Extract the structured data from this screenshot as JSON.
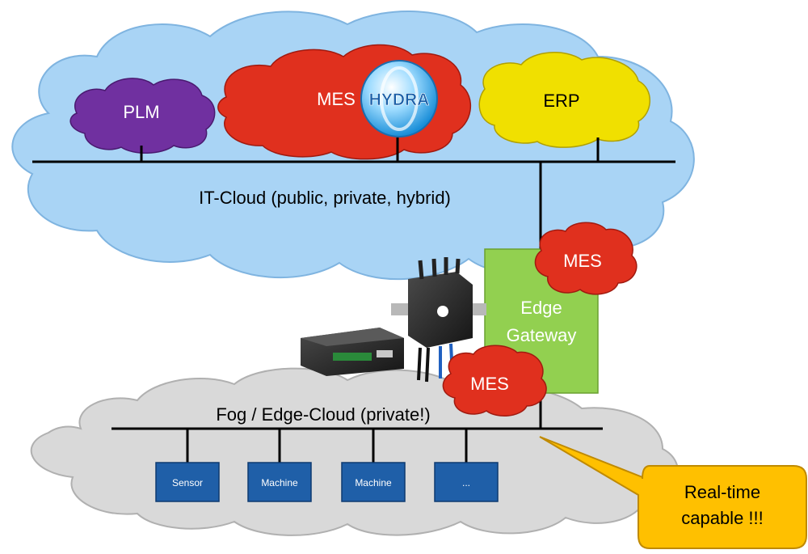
{
  "clouds": {
    "it_cloud_label": "IT-Cloud (public, private, hybrid)",
    "fog_cloud_label": "Fog / Edge-Cloud (private!)"
  },
  "systems": {
    "plm": "PLM",
    "mes": "MES",
    "erp": "ERP",
    "hydra_logo": "HYDRA"
  },
  "edge": {
    "gateway_line1": "Edge",
    "gateway_line2": "Gateway",
    "mes_top": "MES",
    "mes_bottom": "MES"
  },
  "devices": [
    "Sensor",
    "Machine",
    "Machine",
    "..."
  ],
  "callout": {
    "line1": "Real-time",
    "line2": "capable !!!"
  },
  "colors": {
    "it_cloud": "#a9d4f5",
    "fog_cloud": "#d9d9d9",
    "plm": "#7030a0",
    "mes": "#e0301e",
    "erp": "#f0e000",
    "gateway": "#92d050",
    "device": "#1f5fa8",
    "callout": "#ffc000"
  }
}
